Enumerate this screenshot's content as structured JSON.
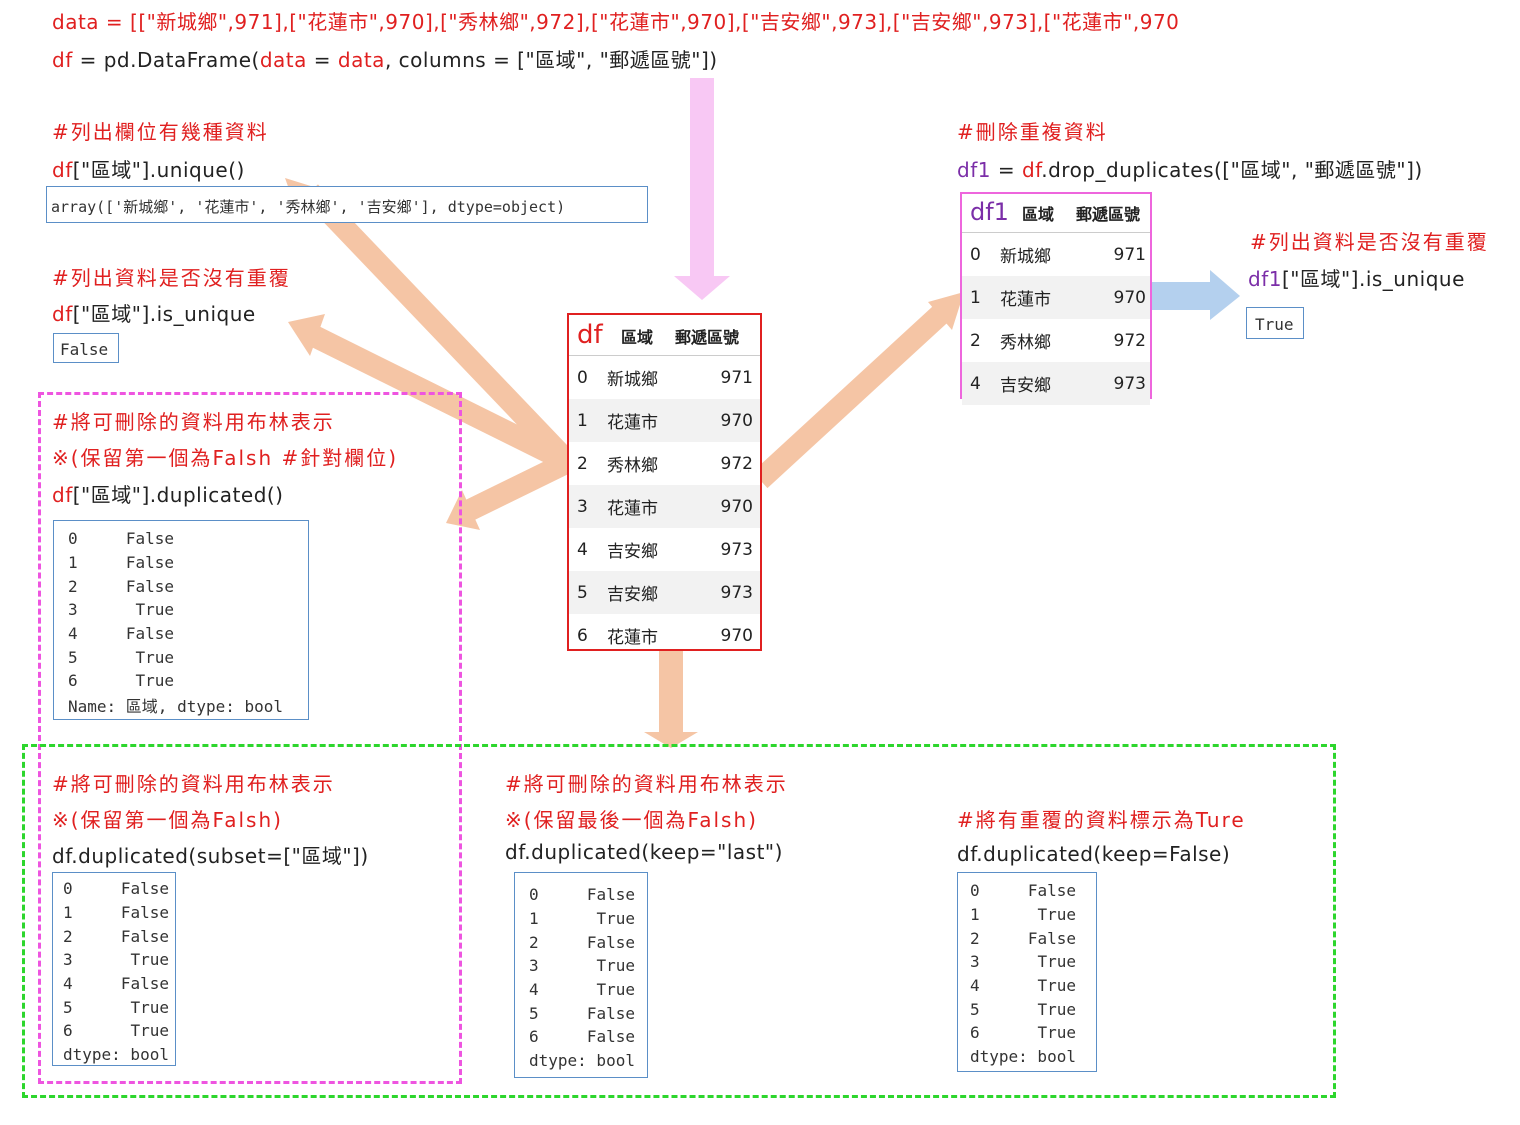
{
  "top_code": {
    "line1": "data = [[\"新城鄉\",971],[\"花蓮市\",970],[\"秀林鄉\",972],[\"花蓮市\",970],[\"吉安鄉\",973],[\"吉安鄉\",973],[\"花蓮市\",970",
    "line2_prefix": "df",
    "line2_mid": " = pd.DataFrame(",
    "line2_data1": "data",
    "line2_eq": " = ",
    "line2_data2": "data",
    "line2_rest": ", columns = [\"區域\", \"郵遞區號\"])"
  },
  "unique_section": {
    "comment": "#列出欄位有幾種資料",
    "code_df": "df",
    "code_rest": "[\"區域\"].unique()",
    "output": "array(['新城鄉', '花蓮市', '秀林鄉', '吉安鄉'], dtype=object)"
  },
  "is_unique_section": {
    "comment": "#列出資料是否沒有重覆",
    "code_df": "df",
    "code_rest": "[\"區域\"].is_unique",
    "output": "False"
  },
  "duplicated_col_section": {
    "comment": "#將可刪除的資料用布林表示",
    "note": "※(保留第一個為Falsh #針對欄位)",
    "code_df": "df",
    "code_rest": "[\"區域\"].duplicated()",
    "rows": [
      {
        "idx": "0",
        "val": "False"
      },
      {
        "idx": "1",
        "val": "False"
      },
      {
        "idx": "2",
        "val": "False"
      },
      {
        "idx": "3",
        "val": "True"
      },
      {
        "idx": "4",
        "val": "False"
      },
      {
        "idx": "5",
        "val": "True"
      },
      {
        "idx": "6",
        "val": "True"
      }
    ],
    "footer": "Name: 區域, dtype: bool"
  },
  "df_table": {
    "name": "df",
    "col1": "區域",
    "col2": "郵遞區號",
    "rows": [
      {
        "i": "0",
        "area": "新城鄉",
        "code": "971"
      },
      {
        "i": "1",
        "area": "花蓮市",
        "code": "970"
      },
      {
        "i": "2",
        "area": "秀林鄉",
        "code": "972"
      },
      {
        "i": "3",
        "area": "花蓮市",
        "code": "970"
      },
      {
        "i": "4",
        "area": "吉安鄉",
        "code": "973"
      },
      {
        "i": "5",
        "area": "吉安鄉",
        "code": "973"
      },
      {
        "i": "6",
        "area": "花蓮市",
        "code": "970"
      }
    ]
  },
  "drop_section": {
    "comment": "#刪除重複資料",
    "code_df1": "df1",
    "code_eq": " = ",
    "code_df": "df",
    "code_rest": ".drop_duplicates([\"區域\", \"郵遞區號\"])"
  },
  "df1_table": {
    "name": "df1",
    "col1": "區域",
    "col2": "郵遞區號",
    "rows": [
      {
        "i": "0",
        "area": "新城鄉",
        "code": "971"
      },
      {
        "i": "1",
        "area": "花蓮市",
        "code": "970"
      },
      {
        "i": "2",
        "area": "秀林鄉",
        "code": "972"
      },
      {
        "i": "4",
        "area": "吉安鄉",
        "code": "973"
      }
    ]
  },
  "df1_unique_section": {
    "comment": "#列出資料是否沒有重覆",
    "code_df1": "df1",
    "code_rest": "[\"區域\"].is_unique",
    "output": "True"
  },
  "subset_section": {
    "comment": "#將可刪除的資料用布林表示",
    "note": "※(保留第一個為Falsh)",
    "code": "df.duplicated(subset=[\"區域\"])",
    "rows": [
      {
        "idx": "0",
        "val": "False"
      },
      {
        "idx": "1",
        "val": "False"
      },
      {
        "idx": "2",
        "val": "False"
      },
      {
        "idx": "3",
        "val": "True"
      },
      {
        "idx": "4",
        "val": "False"
      },
      {
        "idx": "5",
        "val": "True"
      },
      {
        "idx": "6",
        "val": "True"
      }
    ],
    "footer": "dtype: bool"
  },
  "last_section": {
    "comment": "#將可刪除的資料用布林表示",
    "note": "※(保留最後一個為Falsh)",
    "code": "df.duplicated(keep=\"last\")",
    "rows": [
      {
        "idx": "0",
        "val": "False"
      },
      {
        "idx": "1",
        "val": "True"
      },
      {
        "idx": "2",
        "val": "False"
      },
      {
        "idx": "3",
        "val": "True"
      },
      {
        "idx": "4",
        "val": "True"
      },
      {
        "idx": "5",
        "val": "False"
      },
      {
        "idx": "6",
        "val": "False"
      }
    ],
    "footer": "dtype: bool"
  },
  "false_section": {
    "comment": "#將有重覆的資料標示為Ture",
    "code": "df.duplicated(keep=False)",
    "rows": [
      {
        "idx": "0",
        "val": "False"
      },
      {
        "idx": "1",
        "val": "True"
      },
      {
        "idx": "2",
        "val": "False"
      },
      {
        "idx": "3",
        "val": "True"
      },
      {
        "idx": "4",
        "val": "True"
      },
      {
        "idx": "5",
        "val": "True"
      },
      {
        "idx": "6",
        "val": "True"
      }
    ],
    "footer": "dtype: bool"
  },
  "colors": {
    "red": "#e02020",
    "purple": "#7b2ea8",
    "pink_dash": "#ee55e0",
    "green_dash": "#2dd62d",
    "arrow_orange": "#f5c5a5",
    "arrow_pink": "#f8c8f4",
    "arrow_blue": "#b4d0ee",
    "output_border": "#5b8fc7"
  }
}
